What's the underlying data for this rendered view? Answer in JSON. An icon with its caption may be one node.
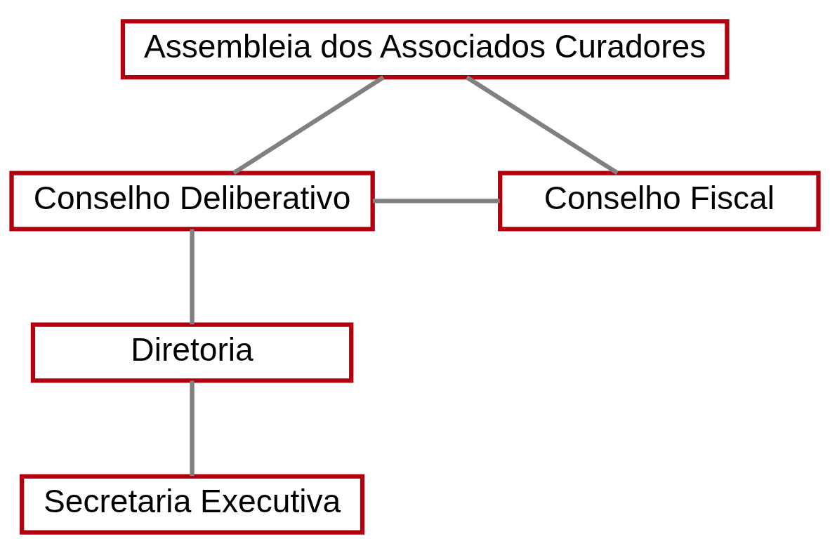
{
  "diagram": {
    "nodes": [
      {
        "text": [
          "Assembleia dos Associados Curadores"
        ]
      },
      {
        "text": [
          "Conselho Deliberativo"
        ]
      },
      {
        "text": [
          "Conselho Fiscal"
        ]
      },
      {
        "text": [
          "Diretoria"
        ]
      },
      {
        "text": [
          "Secretaria Executiva"
        ]
      }
    ],
    "edges": [
      {
        "from": 0,
        "to": 1,
        "arrow": "none"
      },
      {
        "from": 0,
        "to": 2,
        "arrow": "none"
      },
      {
        "from": 1,
        "to": 2,
        "arrow": "none"
      },
      {
        "from": 1,
        "to": 3,
        "arrow": "none"
      },
      {
        "from": 3,
        "to": 4,
        "arrow": "none"
      }
    ]
  }
}
